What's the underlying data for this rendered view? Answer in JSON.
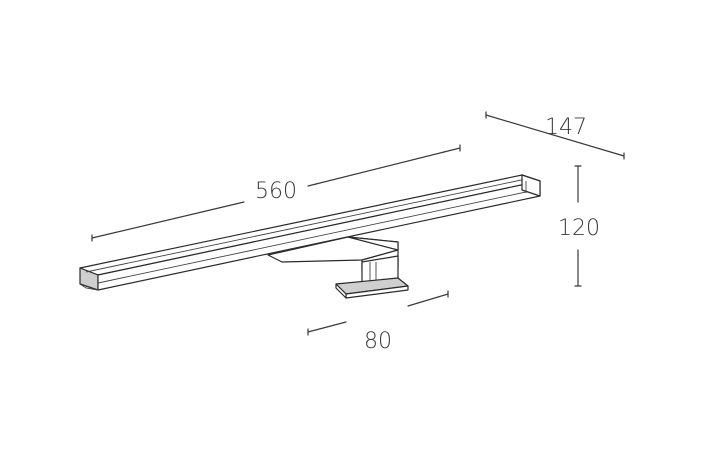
{
  "dimensions": {
    "length": "560",
    "depth": "147",
    "height": "120",
    "bracket_width": "80"
  },
  "colors": {
    "line": "#2a2a2a",
    "text": "#3a3a3a",
    "background": "#ffffff"
  }
}
